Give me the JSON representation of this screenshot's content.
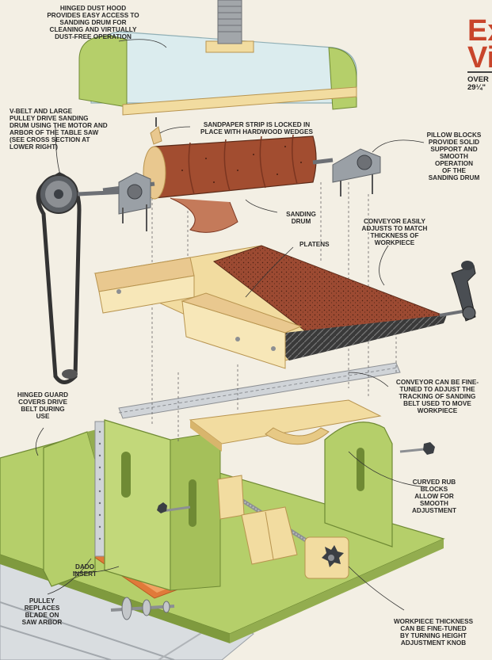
{
  "title": "Ex\nVi",
  "subtitle": "OVER\n29¼\"",
  "labels": {
    "hinged_dust_hood": "HINGED DUST HOOD\nPROVIDES EASY ACCESS TO\nSANDING DRUM FOR\nCLEANING AND VIRTUALLY\nDUST-FREE OPERATION",
    "v_belt": "V-BELT AND LARGE\nPULLEY DRIVE SANDING\nDRUM USING THE MOTOR AND\nARBOR OF THE TABLE SAW\n(SEE CROSS SECTION AT\nLOWER RIGHT)",
    "sandpaper_strip": "SANDPAPER STRIP IS LOCKED IN\nPLACE WITH HARDWOOD WEDGES",
    "pillow_blocks": "PILLOW BLOCKS\nPROVIDE SOLID\nSUPPORT AND\nSMOOTH\nOPERATION\nOF THE\nSANDING DRUM",
    "sanding_drum": "SANDING\nDRUM",
    "conveyor_easily": "CONVEYOR EASILY\nADJUSTS TO MATCH\nTHICKNESS OF\nWORKPIECE",
    "platens": "PLATENS",
    "conveyor_fine_tuned": "CONVEYOR CAN BE FINE-\nTUNED TO ADJUST THE\nTRACKING OF SANDING\nBELT USED TO MOVE\nWORKPIECE",
    "hinged_guard": "HINGED GUARD\nCOVERS DRIVE\nBELT DURING\nUSE",
    "curved_rub_blocks": "CURVED RUB\nBLOCKS\nALLOW FOR\nSMOOTH\nADJUSTMENT",
    "dado_insert": "DADO\nINSERT",
    "pulley_replaces": "PULLEY\nREPLACES\nBLADE ON\nSAW ARBOR",
    "workpiece_thickness": "WORKPIECE THICKNESS\nCAN BE FINE-TUNED\nBY TURNING HEIGHT\nADJUSTMENT KNOB"
  },
  "colors": {
    "green": "#b5cf6a",
    "green_dark": "#7f9a3e",
    "wood": "#f2dca0",
    "wood_dark": "#d8b56c",
    "abrasive": "#9c4a32",
    "metal": "#8c8f93",
    "accent": "#c8452b"
  }
}
